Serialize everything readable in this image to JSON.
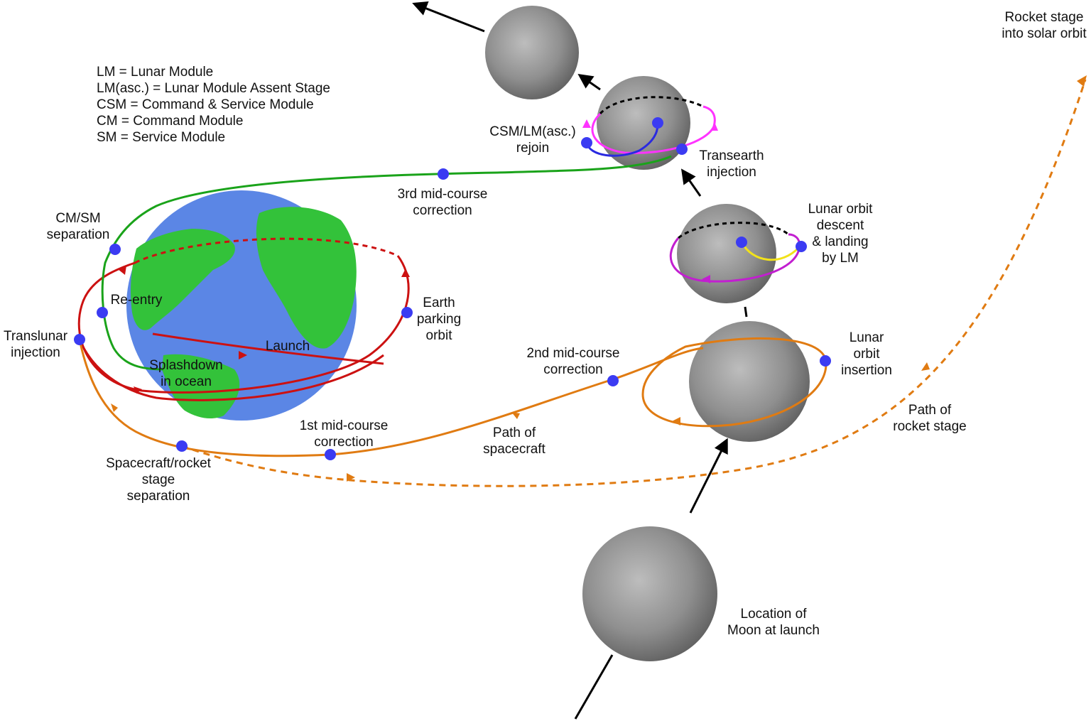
{
  "legend": [
    "LM = Lunar Module",
    "LM(asc.) = Lunar Module Assent Stage",
    "CSM = Command & Service Module",
    "CM = Command Module",
    "SM = Service Module"
  ],
  "labels": {
    "rocket_stage_solar": [
      "Rocket stage",
      "into solar orbit"
    ],
    "csm_lm_rejoin": [
      "CSM/LM(asc.)",
      "rejoin"
    ],
    "transearth_injection": [
      "Transearth",
      "injection"
    ],
    "third_midcourse": [
      "3rd mid-course",
      "correction"
    ],
    "cm_sm_separation": [
      "CM/SM",
      "separation"
    ],
    "lunar_orbit_descent": [
      "Lunar orbit",
      "descent",
      "& landing",
      "by LM"
    ],
    "reentry": [
      "Re-entry"
    ],
    "earth_parking_orbit": [
      "Earth",
      "parking",
      "orbit"
    ],
    "translunar_injection": [
      "Translunar",
      "injection"
    ],
    "launch": [
      "Launch"
    ],
    "splashdown": [
      "Splashdown",
      "in ocean"
    ],
    "second_midcourse": [
      "2nd mid-course",
      "correction"
    ],
    "lunar_orbit_insertion": [
      "Lunar",
      "orbit",
      "insertion"
    ],
    "path_rocket_stage": [
      "Path of",
      "rocket stage"
    ],
    "first_midcourse": [
      "1st mid-course",
      "correction"
    ],
    "path_spacecraft": [
      "Path of",
      "spacecraft"
    ],
    "separation": [
      "Spacecraft/rocket",
      "stage",
      "separation"
    ],
    "moon_at_launch": [
      "Location of",
      "Moon at launch"
    ]
  },
  "colors": {
    "earth_ocean": "#5b86e5",
    "earth_land": "#33c23a",
    "moon": "#8e8e8e",
    "red_path": "#cc1111",
    "green_path": "#1aa31a",
    "orange_path": "#e07b12",
    "magenta_path": "#ff33ff",
    "purple_path": "#c21fd0",
    "blue_path": "#2a2ae0",
    "yellow_path": "#f2e21a",
    "event_dot": "#3b3bf2"
  }
}
